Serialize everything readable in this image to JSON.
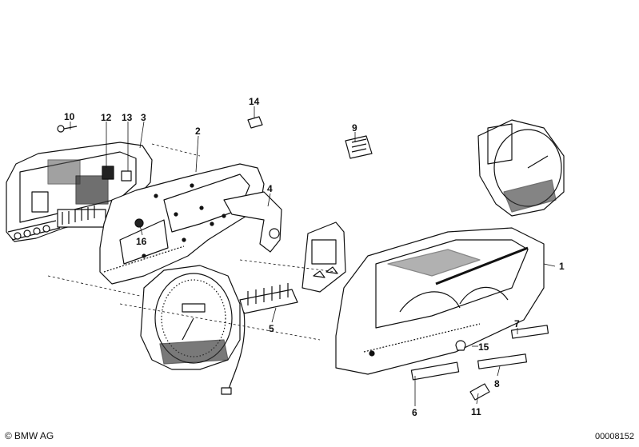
{
  "diagram": {
    "callouts": [
      "1",
      "2",
      "3",
      "4",
      "5",
      "6",
      "7",
      "8",
      "9",
      "10",
      "11",
      "12",
      "13",
      "14",
      "15",
      "16"
    ]
  },
  "footer": {
    "copyright_symbol": "©",
    "brand": "BMW AG",
    "drawing_number": "00008152"
  }
}
